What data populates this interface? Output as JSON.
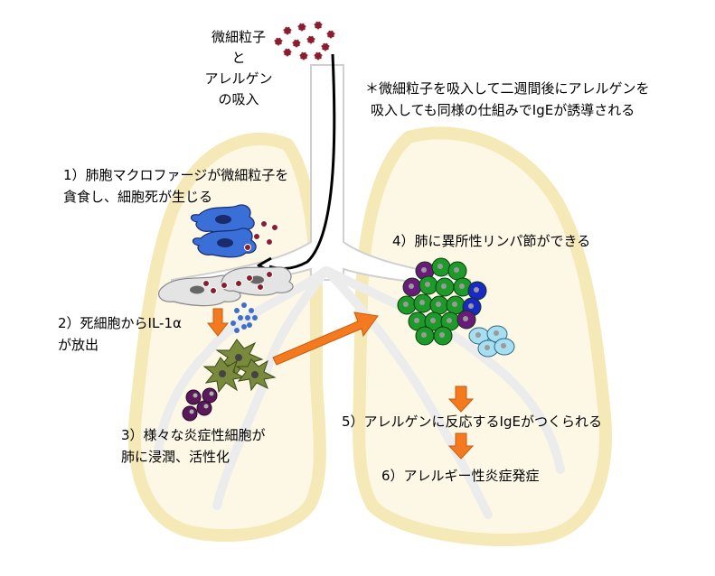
{
  "colors": {
    "lung_fill": "#fdf8e6",
    "lung_outline": "#f5e9b8",
    "airway_fill": "#ffffff",
    "airway_outline": "#d0d0d0",
    "orange_arrow": "#f47a20",
    "black_arrow": "#000000",
    "macrophage": "#3a6fd8",
    "dead_cell": "#e4e4e4",
    "particle": "#8b1e2e",
    "il1a": "#3d6fd0",
    "dendritic": "#7a8a3c",
    "eosinophil": "#5a1a5a",
    "lymph_green": "#1e9a2a",
    "lymph_purple": "#6a1a7a",
    "lymph_blue": "#1a28c8",
    "lymph_light": "#a8dff0"
  },
  "icons": [
    "particle-cluster-icon",
    "macrophage-icon",
    "dead-cell-icon",
    "il1a-dots-icon",
    "dendritic-cell-icon",
    "inflammatory-cell-icon",
    "lymph-node-icon"
  ],
  "labels": {
    "inhale": [
      "微細粒子",
      "と",
      "アレルゲン",
      "の吸入"
    ],
    "note": [
      "＊微細粒子を吸入して二週間後にアレルゲンを",
      "吸入しても同様の仕組みでIgEが誘導される"
    ],
    "step1": [
      "1）肺胞マクロファージが微細粒子を",
      "貪食し、細胞死が生じる"
    ],
    "step2": [
      "2）死細胞からIL-1α",
      "が放出"
    ],
    "step3": [
      "3）様々な炎症性細胞が",
      "肺に浸潤、活性化"
    ],
    "step4": "4）肺に異所性リンパ節ができる",
    "step5": "5）アレルゲンに反応するIgEがつくられる",
    "step6": "6）アレルギー性炎症発症"
  }
}
